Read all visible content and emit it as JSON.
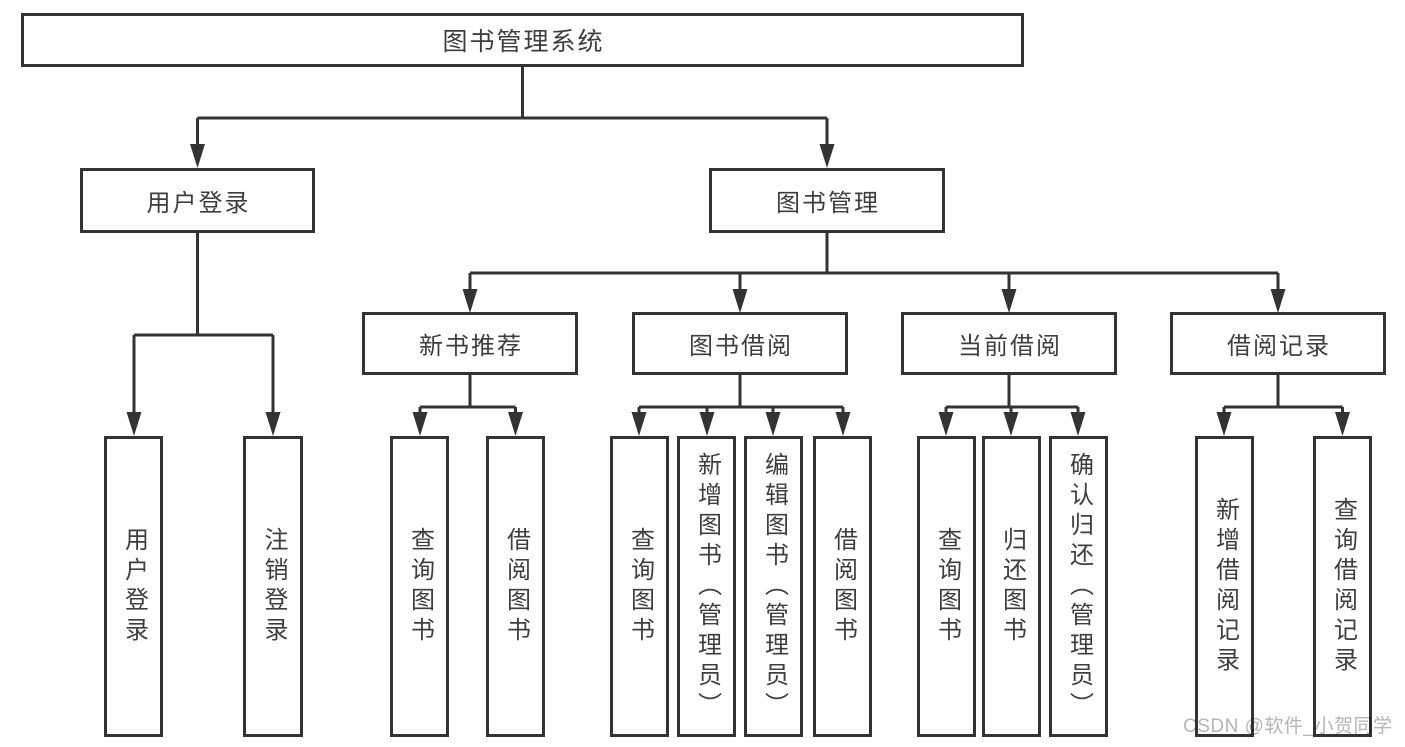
{
  "colors": {
    "background": "#ffffff",
    "box_border": "#333333",
    "connector_line": "#333333",
    "text": "#3e3e3e",
    "watermark_text": "#b5b5b5"
  },
  "watermark": {
    "text": "CSDN @软件_小贺同学"
  },
  "tree": {
    "label": "图书管理系统",
    "children": [
      {
        "label": "用户登录",
        "children": [
          {
            "label": "用户登录"
          },
          {
            "label": "注销登录"
          }
        ]
      },
      {
        "label": "图书管理",
        "children": [
          {
            "label": "新书推荐",
            "children": [
              {
                "label": "查询图书"
              },
              {
                "label": "借阅图书"
              }
            ]
          },
          {
            "label": "图书借阅",
            "children": [
              {
                "label": "查询图书"
              },
              {
                "label": "新增图书（管理员）"
              },
              {
                "label": "编辑图书（管理员）"
              },
              {
                "label": "借阅图书"
              }
            ]
          },
          {
            "label": "当前借阅",
            "children": [
              {
                "label": "查询图书"
              },
              {
                "label": "归还图书"
              },
              {
                "label": "确认归还（管理员）"
              }
            ]
          },
          {
            "label": "借阅记录",
            "children": [
              {
                "label": "新增借阅记录"
              },
              {
                "label": "查询借阅记录"
              }
            ]
          }
        ]
      }
    ]
  }
}
